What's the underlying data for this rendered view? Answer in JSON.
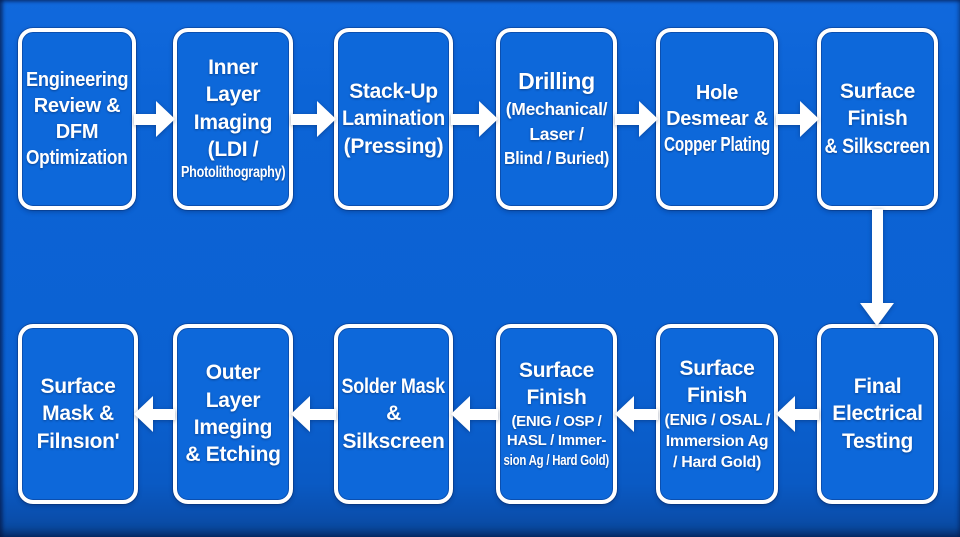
{
  "diagram": {
    "description": "PCB manufacturing process flowchart, serpentine flow: top row left-to-right, then down, bottom row right-to-left",
    "colors": {
      "background": "#0b62d4",
      "node_fill": "#0d68da",
      "node_border": "#ffffff",
      "text": "#ffffff",
      "arrow": "#ffffff",
      "edge_vignette": "#071640"
    },
    "nodes": [
      {
        "id": "engineering-review-dfm",
        "lines": [
          "Engineering",
          "Review &",
          "DFM",
          "Optimization"
        ]
      },
      {
        "id": "inner-layer-imaging",
        "lines": [
          "Inner",
          "Layer",
          "Imaging",
          "(LDI /"
        ],
        "sub_lines": [
          "Photolithography)"
        ]
      },
      {
        "id": "stack-up-lamination",
        "lines": [
          "Stack-Up",
          "Lamination",
          "(Pressing)"
        ]
      },
      {
        "id": "drilling",
        "lines": [
          "Drilling"
        ],
        "sub_lines": [
          "(Mechanical/",
          "Laser /",
          "Blind / Buried)"
        ]
      },
      {
        "id": "hole-desmear-copper-plating",
        "lines": [
          "Hole",
          "Desmear &",
          "Copper Plating"
        ]
      },
      {
        "id": "surface-finish-silkscreen",
        "lines": [
          "Surface",
          "Finish",
          "& Silkscreen"
        ]
      },
      {
        "id": "final-electrical-testing",
        "lines": [
          "Final",
          "Electrical",
          "Testing"
        ]
      },
      {
        "id": "surface-finish-enig-osal",
        "lines": [
          "Surface",
          "Finish"
        ],
        "sub_lines": [
          "(ENIG / OSAL /",
          "Immersion Ag",
          "/ Hard Gold)"
        ]
      },
      {
        "id": "surface-finish-enig-osp",
        "lines": [
          "Surface",
          "Finish"
        ],
        "sub_lines": [
          "(ENIG / OSP /",
          "HASL / Immer-",
          "sion Ag / Hard Gold)"
        ]
      },
      {
        "id": "solder-mask-silkscreen",
        "lines": [
          "Solder Mask",
          "&",
          "Silkscreen"
        ]
      },
      {
        "id": "outer-layer-imeging-etching",
        "lines": [
          "Outer",
          "Layer",
          "Imeging",
          "& Etching"
        ]
      },
      {
        "id": "surface-mask-filnsion",
        "lines": [
          "Surface",
          "Mask &",
          "Filnsıon'"
        ]
      }
    ],
    "arrows": [
      {
        "from": "engineering-review-dfm",
        "to": "inner-layer-imaging",
        "direction": "right"
      },
      {
        "from": "inner-layer-imaging",
        "to": "stack-up-lamination",
        "direction": "right"
      },
      {
        "from": "stack-up-lamination",
        "to": "drilling",
        "direction": "right"
      },
      {
        "from": "drilling",
        "to": "hole-desmear-copper-plating",
        "direction": "right"
      },
      {
        "from": "hole-desmear-copper-plating",
        "to": "surface-finish-silkscreen",
        "direction": "right"
      },
      {
        "from": "surface-finish-silkscreen",
        "to": "final-electrical-testing",
        "direction": "down"
      },
      {
        "from": "final-electrical-testing",
        "to": "surface-finish-enig-osal",
        "direction": "left"
      },
      {
        "from": "surface-finish-enig-osal",
        "to": "surface-finish-enig-osp",
        "direction": "left"
      },
      {
        "from": "surface-finish-enig-osp",
        "to": "solder-mask-silkscreen",
        "direction": "left"
      },
      {
        "from": "solder-mask-silkscreen",
        "to": "outer-layer-imeging-etching",
        "direction": "left"
      },
      {
        "from": "outer-layer-imeging-etching",
        "to": "surface-mask-filnsion",
        "direction": "left"
      }
    ]
  }
}
